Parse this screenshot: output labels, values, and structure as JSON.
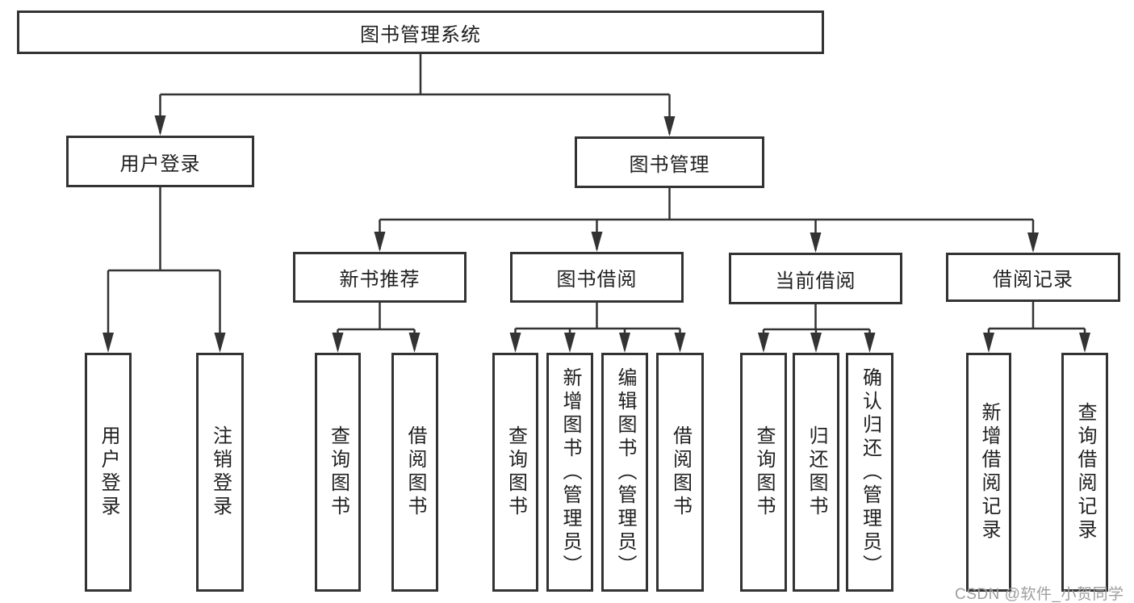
{
  "title": "图书管理系统",
  "tree": {
    "label": "图书管理系统",
    "children": [
      {
        "label": "用户登录",
        "children": [
          {
            "label": "用户登录"
          },
          {
            "label": "注销登录"
          }
        ]
      },
      {
        "label": "图书管理",
        "children": [
          {
            "label": "新书推荐",
            "children": [
              {
                "label": "查询图书"
              },
              {
                "label": "借阅图书"
              }
            ]
          },
          {
            "label": "图书借阅",
            "children": [
              {
                "label": "查询图书"
              },
              {
                "label": "新增图书（管理员）"
              },
              {
                "label": "编辑图书（管理员）"
              },
              {
                "label": "借阅图书"
              }
            ]
          },
          {
            "label": "当前借阅",
            "children": [
              {
                "label": "查询图书"
              },
              {
                "label": "归还图书"
              },
              {
                "label": "确认归还（管理员）"
              }
            ]
          },
          {
            "label": "借阅记录",
            "children": [
              {
                "label": "新增借阅记录"
              },
              {
                "label": "查询借阅记录"
              }
            ]
          }
        ]
      }
    ]
  },
  "watermark": "CSDN @软件_小贺同学",
  "colors": {
    "line": "#333333",
    "text": "#1f1f1f",
    "watermark": "#9e9e9e",
    "bg": "#ffffff"
  }
}
